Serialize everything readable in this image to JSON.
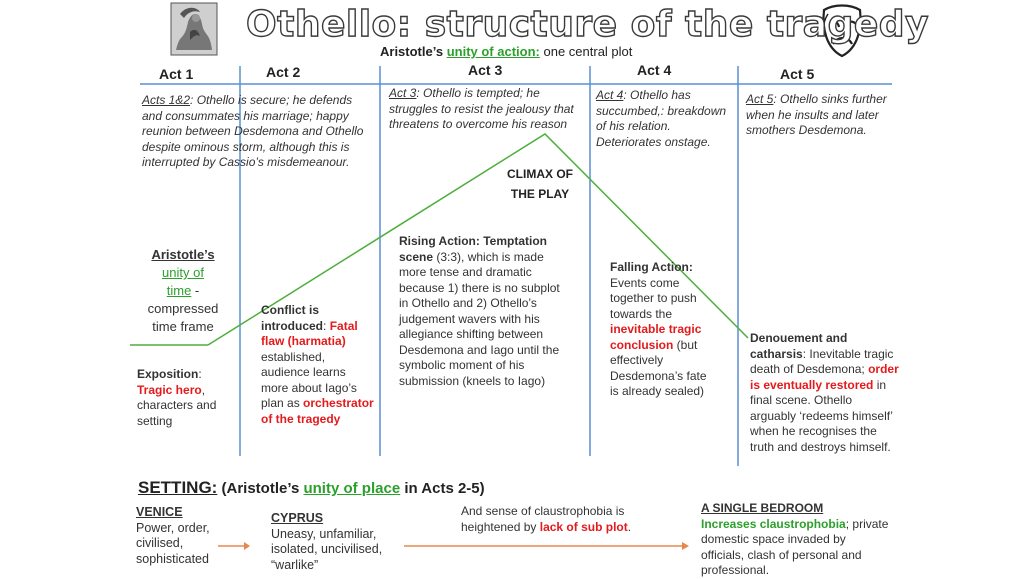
{
  "title": "Othello: structure of the tragedy",
  "subtitle": {
    "prefix": "Aristotle’s ",
    "highlight": "unity of action:",
    "suffix": " one central plot"
  },
  "acts": [
    {
      "label": "Act 1"
    },
    {
      "label": "Act 2"
    },
    {
      "label": "Act 3"
    },
    {
      "label": "Act 4"
    },
    {
      "label": "Act 5"
    }
  ],
  "act_texts": {
    "acts12": {
      "ref": "Acts 1&2",
      "text": ": Othello is secure; he defends and consummates his marriage; happy reunion between Desdemona and Othello despite ominous storm, although this is interrupted by Cassio’s misdemeanour."
    },
    "act3": {
      "ref": "Act 3",
      "text": ": Othello is tempted; he struggles to resist the jealousy that threatens to overcome his reason"
    },
    "act4": {
      "ref": "Act 4",
      "text": ": Othello has succumbed,: breakdown of his relation.  Deteriorates onstage."
    },
    "act5": {
      "ref": "Act 5",
      "text": ": Othello sinks further when he insults and later smothers Desdemona."
    }
  },
  "climax": {
    "line1": "CLIMAX OF",
    "line2": "THE PLAY"
  },
  "aristotle_time": {
    "line1": "Aristotle’s",
    "highlight1": "unity of",
    "highlight2": "time",
    "suffix": " -",
    "line4": "compressed",
    "line5": "time frame"
  },
  "exposition": {
    "heading": "Exposition",
    "colon": ":",
    "red": "Tragic hero",
    "rest": ", characters and setting"
  },
  "conflict": {
    "heading": "Conflict is introduced",
    "colon": ":",
    "red1": "Fatal flaw (harmatia)",
    "mid": " established, audience learns more about Iago’s plan as ",
    "red2": "orchestrator of the tragedy"
  },
  "rising": {
    "heading": "Rising Action: Temptation scene",
    "rest": " (3:3), which is made more tense and dramatic because 1) there is no subplot in Othello and 2) Othello’s judgement wavers with his allegiance shifting between Desdemona and Iago until the symbolic moment of his submission (kneels to Iago)"
  },
  "falling": {
    "heading": "Falling Action:",
    "pre": " Events come together to push towards the ",
    "red": "inevitable tragic conclusion",
    "rest": " (but effectively Desdemona’s fate is already sealed)"
  },
  "denouement": {
    "heading": "Denouement and catharsis",
    "colon": ":",
    "pre": " Inevitable tragic death of Desdemona; ",
    "red": "order is eventually restored",
    "rest": " in final scene.  Othello arguably ‘redeems himself’ when he recognises the truth and destroys himself."
  },
  "setting": {
    "label": "SETTING:",
    "pre": " (Aristotle’s ",
    "highlight": "unity of place",
    "post": " in Acts 2-5)"
  },
  "venice": {
    "heading": "VENICE",
    "text": "Power, order, civilised, sophisticated"
  },
  "cyprus": {
    "heading": "CYPRUS",
    "text": "Uneasy, unfamiliar, isolated, uncivilised, “warlike”"
  },
  "claustro": {
    "pre": "And sense of claustrophobia is heightened by ",
    "red": "lack of sub plot",
    "post": "."
  },
  "bedroom": {
    "heading": "A SINGLE BEDROOM",
    "green": "Increases claustrophobia",
    "rest": "; private domestic space invaded by officials, clash of personal and professional."
  },
  "colors": {
    "blue_line": "#5b8fd6",
    "green_line": "#4caf3a",
    "red": "#e41a1c",
    "green_text": "#2ca02c",
    "arrow": "#e8874b"
  },
  "icons": [
    "tragedy-illustration-icon",
    "theatre-mask-icon",
    "arrow-right-icon"
  ]
}
